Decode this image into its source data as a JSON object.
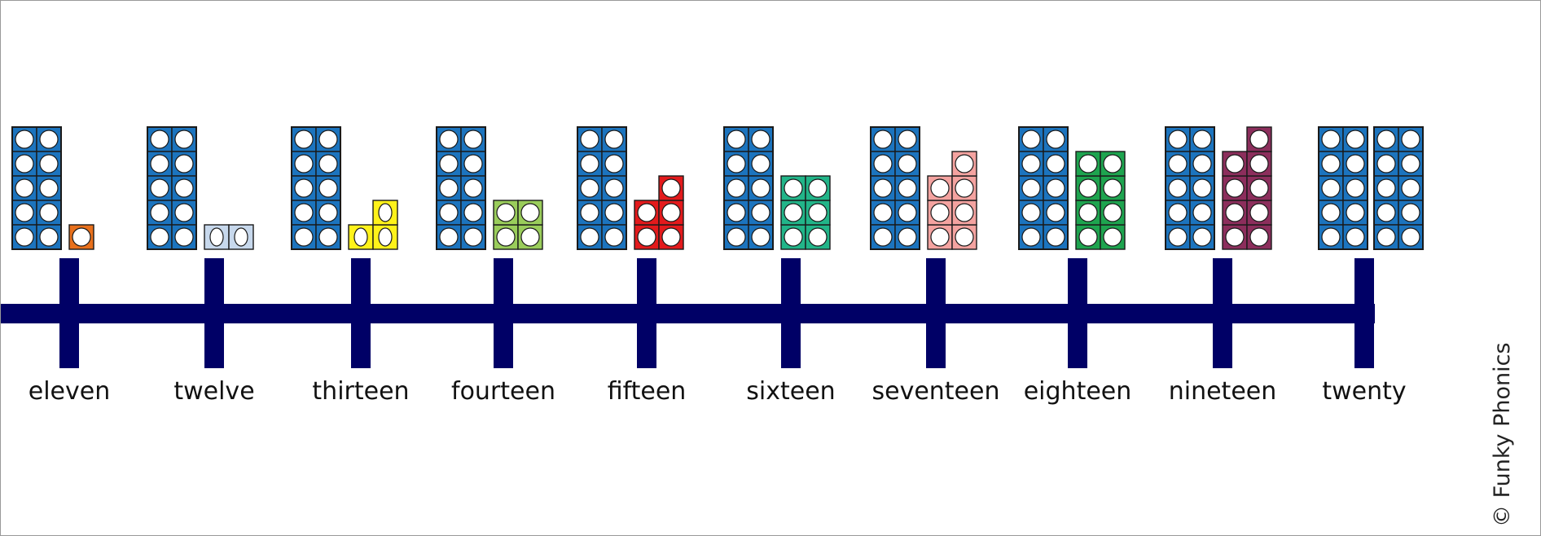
{
  "numbers": [
    {
      "word": "eleven",
      "value": 11,
      "ones_color": "#E8701C"
    },
    {
      "word": "twelve",
      "value": 12,
      "ones_color": "#C7D8EC"
    },
    {
      "word": "thirteen",
      "value": 13,
      "ones_color": "#FFF21A"
    },
    {
      "word": "fourteen",
      "value": 14,
      "ones_color": "#9ACD5B"
    },
    {
      "word": "fifteen",
      "value": 15,
      "ones_color": "#E31A1C"
    },
    {
      "word": "sixteen",
      "value": 16,
      "ones_color": "#22B589"
    },
    {
      "word": "seventeen",
      "value": 17,
      "ones_color": "#F4A3A0"
    },
    {
      "word": "eighteen",
      "value": 18,
      "ones_color": "#1EA44F"
    },
    {
      "word": "nineteen",
      "value": 19,
      "ones_color": "#8C2E5C"
    },
    {
      "word": "twenty",
      "value": 20,
      "ones_color": "#1C74BE"
    }
  ],
  "colors": {
    "tens_block": "#1C74BE",
    "number_line": "#000066"
  },
  "copyright": "© Funky Phonics"
}
